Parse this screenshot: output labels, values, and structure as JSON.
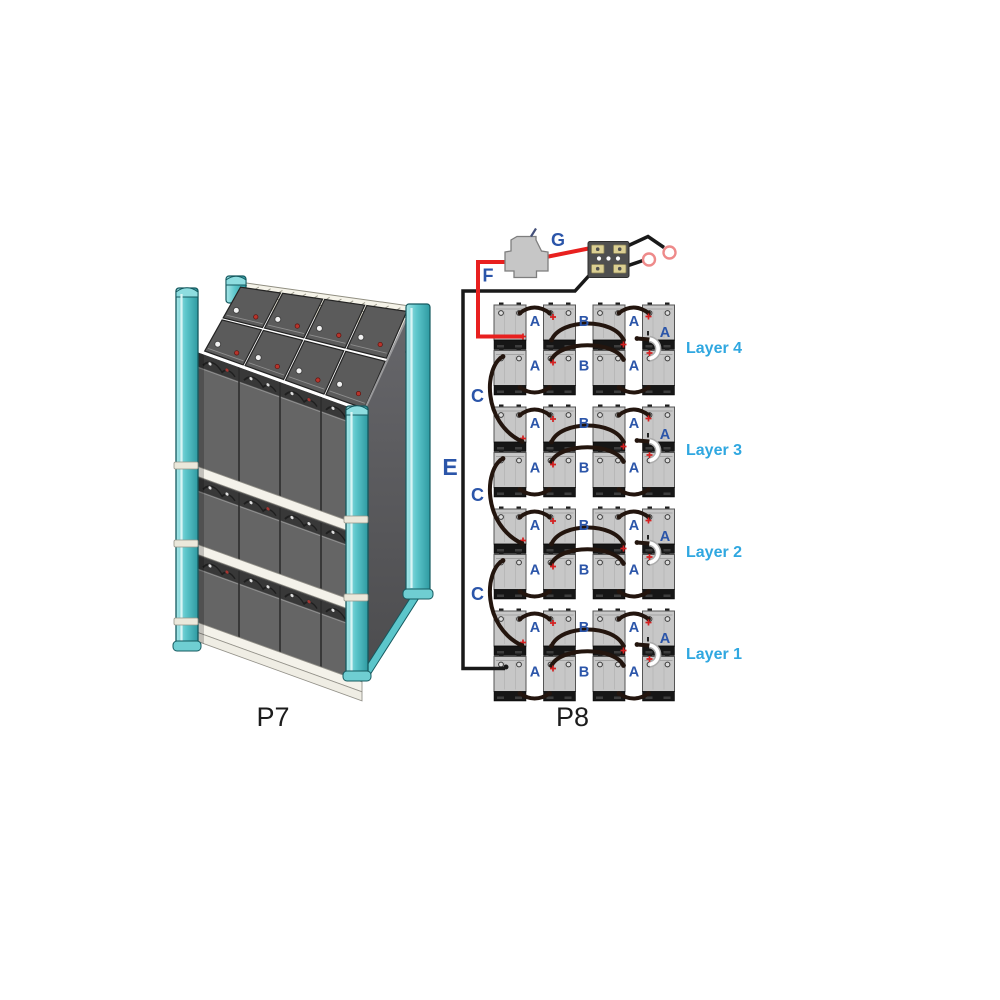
{
  "canvas": {
    "background": "#FFFFFF"
  },
  "figures": {
    "p7": {
      "caption": "P7",
      "colors": {
        "frame_teal": "#5CC6CB",
        "frame_teal_dark": "#2F9AA1",
        "frame_outline": "#15595F",
        "battery_gray": "#5B5B5B",
        "shelf_white": "#F4F2EA",
        "rim_cream": "#F5F3E9",
        "side_panel_gray": "#57575A"
      }
    },
    "p8": {
      "caption": "P8",
      "wire_labels": {
        "e": "E",
        "f": "F",
        "g": "G",
        "c": "C"
      },
      "connection_labels": {
        "gap1": "A",
        "gap2": "B",
        "gap3": "A",
        "right": "A"
      },
      "layers": [
        {
          "name": "Layer 4"
        },
        {
          "name": "Layer 3"
        },
        {
          "name": "Layer 2"
        },
        {
          "name": "Layer 1"
        }
      ],
      "colors": {
        "label_blue": "#2B55A9",
        "layer_label_blue": "#2FA7E0",
        "positive_wire_red": "#E8201F",
        "negative_wire_black": "#191919",
        "cable_dark": "#23150E",
        "battery_body_gray": "#C7C7C7",
        "battery_base_black": "#161616",
        "highlight_cable_white": "#FFFFFF",
        "terminal_pad_tan": "#DBCF93",
        "ring_terminal_pink": "#EE8A8A",
        "terminal_mark_red": "#D42020"
      }
    }
  }
}
